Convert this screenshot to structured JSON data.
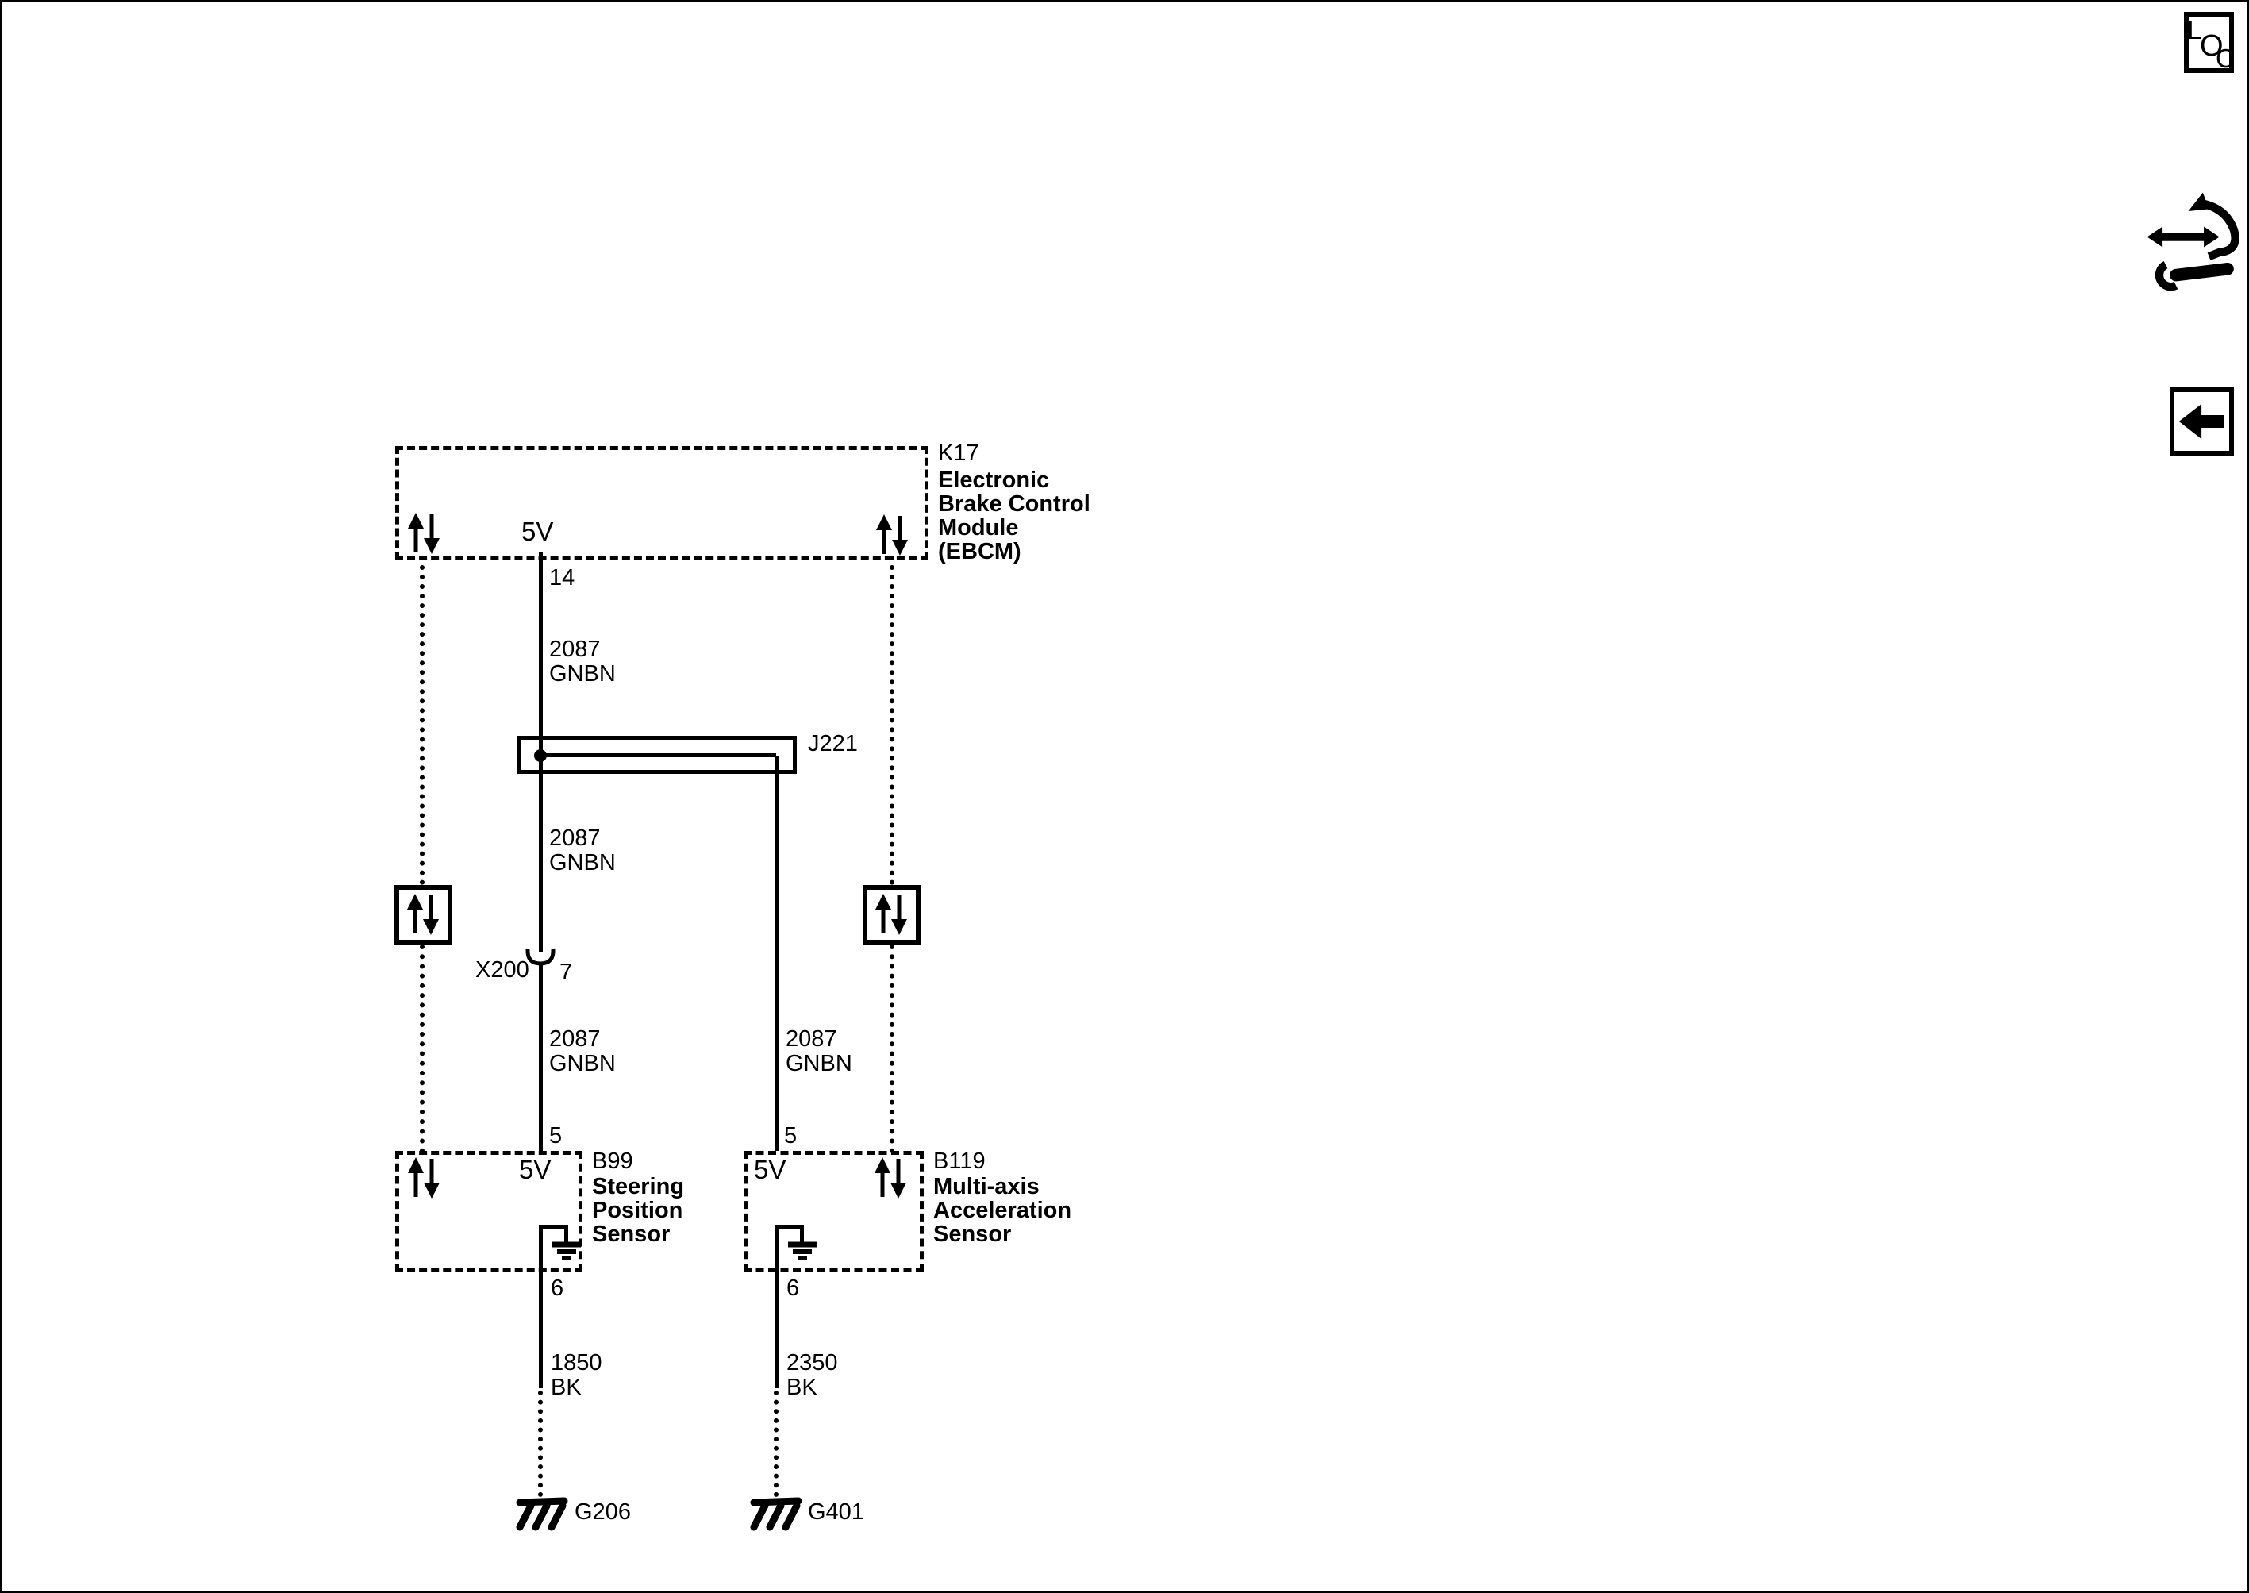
{
  "ebcm": {
    "id": "K17",
    "name": [
      "Electronic",
      "Brake Control",
      "Module",
      "(EBCM)"
    ],
    "voltage": "5V",
    "pin_supply": "14"
  },
  "splice": {
    "id": "J221"
  },
  "inline_connector": {
    "id": "X200",
    "pin": "7"
  },
  "steering_sensor": {
    "id": "B99",
    "name": [
      "Steering",
      "Position",
      "Sensor"
    ],
    "voltage": "5V",
    "pin_supply": "5",
    "pin_ground": "6"
  },
  "accel_sensor": {
    "id": "B119",
    "name": [
      "Multi-axis",
      "Acceleration",
      "Sensor"
    ],
    "voltage": "5V",
    "pin_supply": "5",
    "pin_ground": "6"
  },
  "wires": {
    "supply": {
      "circuit": "2087",
      "color_code": "GNBN"
    },
    "steering_ground": {
      "circuit": "1850",
      "color_code": "BK"
    },
    "accel_ground": {
      "circuit": "2350",
      "color_code": "BK"
    }
  },
  "grounds": {
    "left": {
      "id": "G206"
    },
    "right": {
      "id": "G401"
    }
  },
  "loc_icon": {
    "l": "L",
    "o": "O",
    "c": "C"
  },
  "colors": {
    "ink": "#000000",
    "paper": "#ffffff"
  }
}
